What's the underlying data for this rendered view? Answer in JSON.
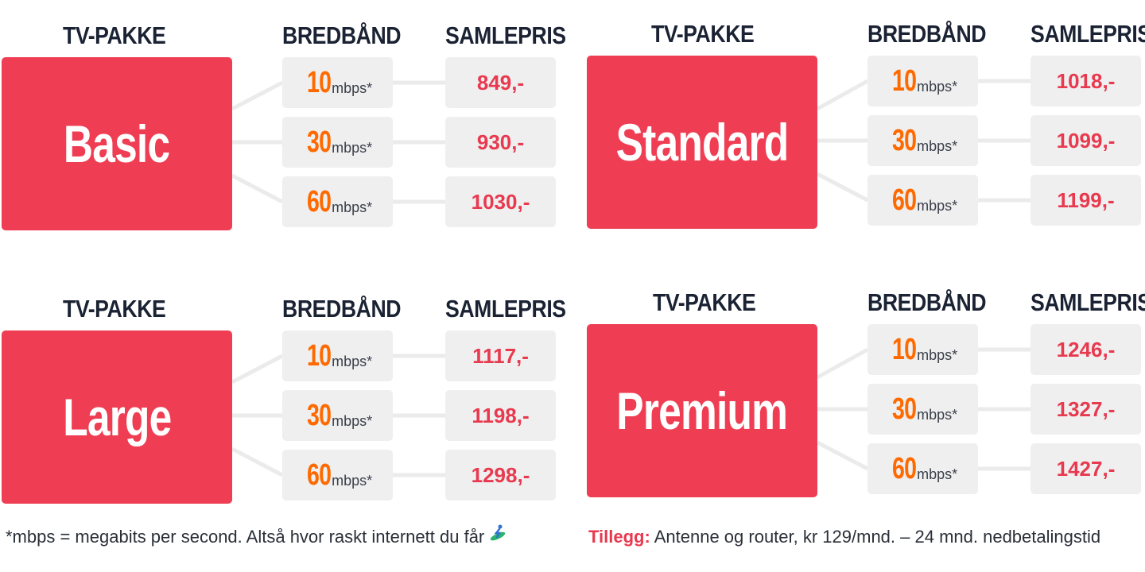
{
  "headers": {
    "tv": "TV-PAKKE",
    "bb": "BREDBÅND",
    "sp": "SAMLEPRIS"
  },
  "unit": "mbps*",
  "packages": [
    {
      "name": "Basic",
      "rows": [
        {
          "speed": "10",
          "price": "849,-"
        },
        {
          "speed": "30",
          "price": "930,-"
        },
        {
          "speed": "60",
          "price": "1030,-"
        }
      ]
    },
    {
      "name": "Standard",
      "rows": [
        {
          "speed": "10",
          "price": "1018,-"
        },
        {
          "speed": "30",
          "price": "1099,-"
        },
        {
          "speed": "60",
          "price": "1199,-"
        }
      ]
    },
    {
      "name": "Large",
      "rows": [
        {
          "speed": "10",
          "price": "1117,-"
        },
        {
          "speed": "30",
          "price": "1198,-"
        },
        {
          "speed": "60",
          "price": "1298,-"
        }
      ]
    },
    {
      "name": "Premium",
      "rows": [
        {
          "speed": "10",
          "price": "1246,-"
        },
        {
          "speed": "30",
          "price": "1327,-"
        },
        {
          "speed": "60",
          "price": "1427,-"
        }
      ]
    }
  ],
  "footer": {
    "note": "*mbps = megabits per second. Altså hvor raskt internett du får",
    "addon_label": "Tillegg:",
    "addon_text": " Antenne og router, kr 129/mnd. – 24 mnd. nedbetalingstid"
  },
  "colors": {
    "package_bg": "#ef3e53",
    "speed": "#ff6a00",
    "price": "#e8394f",
    "cell_bg": "#efefef",
    "header": "#1a2233"
  },
  "icons": {
    "footer": "surfer-icon"
  }
}
